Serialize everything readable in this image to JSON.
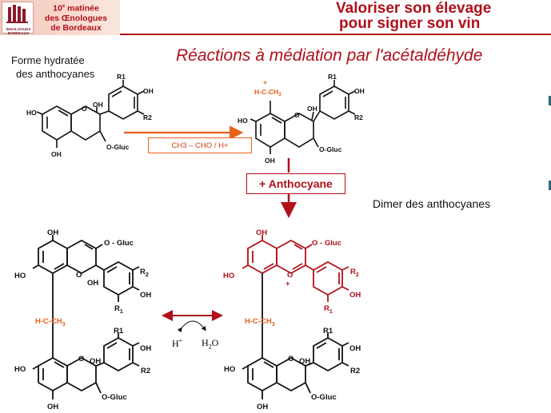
{
  "header": {
    "event_number": "10",
    "event_superscript": "e",
    "event_word": "matinée",
    "event_line2": "des Œnologues",
    "event_line3": "de Bordeaux",
    "logo_text": "ŒNOLOGUES BORDEAUX",
    "slogan_line1": "Valoriser son élevage",
    "slogan_line2": "pour signer son vin",
    "accent_color": "#b0101a"
  },
  "subtitle": "Réactions à médiation par l'acétaldéhyde",
  "intro": {
    "line1": "Forme hydratée",
    "line2": "des anthocyanes"
  },
  "reagent_label": "CH3 – CHO / H+",
  "anthocyane_label": "+ Anthocyane",
  "dimer_label": "Dimer des anthocyanes",
  "equilibrium": {
    "h_plus": "H",
    "h_plus_sup": "+",
    "water": "H",
    "water_sub": "2",
    "water_o": "O"
  },
  "molecules": {
    "ho": "HO",
    "oh": "OH",
    "o": "O",
    "r1": "R1",
    "r2": "R2",
    "r_letter": "R",
    "sub_1": "1",
    "sub_2": "2",
    "o_gluc": "O-Gluc",
    "o_gluc_spaced": "O - Gluc",
    "plus": "+",
    "bridge": "H-C-CH",
    "bridge_sub": "3"
  }
}
